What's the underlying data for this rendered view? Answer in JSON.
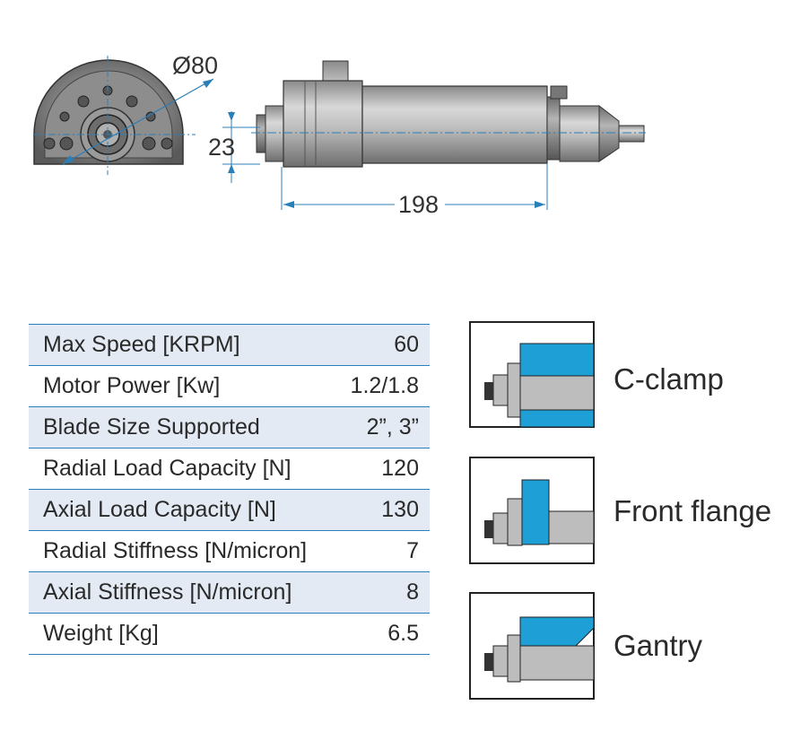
{
  "drawing": {
    "diameter_label": "Ø80",
    "height_label": "23",
    "length_label": "198"
  },
  "specs": [
    {
      "label": "Max Speed [KRPM]",
      "value": "60"
    },
    {
      "label": "Motor Power [Kw]",
      "value": "1.2/1.8"
    },
    {
      "label": "Blade Size Supported",
      "value": "2”, 3”"
    },
    {
      "label": "Radial Load Capacity [N]",
      "value": "120"
    },
    {
      "label": "Axial Load Capacity [N]",
      "value": "130"
    },
    {
      "label": "Radial Stiffness [N/micron]",
      "value": "7"
    },
    {
      "label": "Axial Stiffness [N/micron]",
      "value": "8"
    },
    {
      "label": "Weight [Kg]",
      "value": "6.5"
    }
  ],
  "mounting_options": [
    {
      "label": "C-clamp"
    },
    {
      "label": "Front flange"
    },
    {
      "label": "Gantry"
    }
  ],
  "colors": {
    "accent": "#1e9fd6",
    "table_stripe": "#e3eaf4",
    "table_rule": "#2b7fb8"
  }
}
